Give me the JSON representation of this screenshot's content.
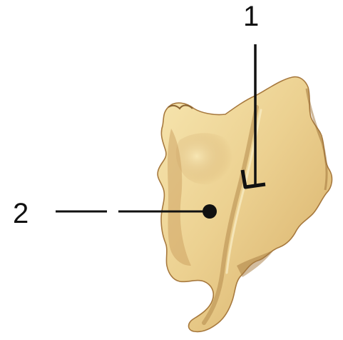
{
  "figure": {
    "subject": "bone-specimen",
    "colors": {
      "bone_light": "#f2dfa3",
      "bone_mid": "#e3c27c",
      "bone_shadow": "#b98e4e",
      "bone_dark_edge": "#8a6433",
      "background": "#ffffff",
      "label_ink": "#111111"
    },
    "labels": [
      {
        "id": "label-1",
        "text": "1"
      },
      {
        "id": "label-2",
        "text": "2"
      }
    ]
  }
}
